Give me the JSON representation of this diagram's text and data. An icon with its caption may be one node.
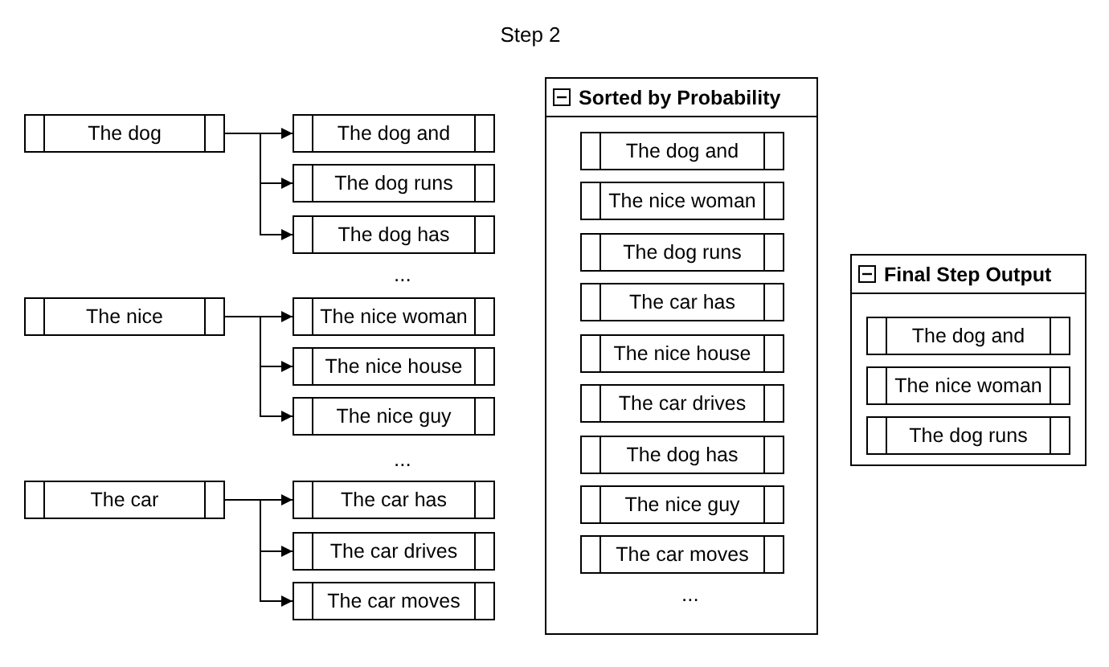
{
  "diagram": {
    "title": "Step 2",
    "nodes": [
      {
        "text": [
          "The dog"
        ]
      },
      {
        "text": [
          "The dog and"
        ]
      },
      {
        "text": [
          "The dog runs"
        ]
      },
      {
        "text": [
          "The dog has"
        ]
      },
      {
        "text": [
          "The nice"
        ]
      },
      {
        "text": [
          "The nice woman"
        ]
      },
      {
        "text": [
          "The nice house"
        ]
      },
      {
        "text": [
          "The nice guy"
        ]
      },
      {
        "text": [
          "The car"
        ]
      },
      {
        "text": [
          "The car has"
        ]
      },
      {
        "text": [
          "The car drives"
        ]
      },
      {
        "text": [
          "The car moves"
        ]
      },
      {
        "text": [
          "Sorted by Probability"
        ]
      },
      {
        "text": [
          "The dog and"
        ],
        "in": 12
      },
      {
        "text": [
          "The nice woman"
        ],
        "in": 12
      },
      {
        "text": [
          "The dog runs"
        ],
        "in": 12
      },
      {
        "text": [
          "The car has"
        ],
        "in": 12
      },
      {
        "text": [
          "The nice house"
        ],
        "in": 12
      },
      {
        "text": [
          "The car drives"
        ],
        "in": 12
      },
      {
        "text": [
          "The dog has"
        ],
        "in": 12
      },
      {
        "text": [
          "The nice guy"
        ],
        "in": 12
      },
      {
        "text": [
          "The car moves"
        ],
        "in": 12
      },
      {
        "text": [
          "Final Step Output"
        ]
      },
      {
        "text": [
          "The dog and"
        ],
        "in": 22
      },
      {
        "text": [
          "The nice woman"
        ],
        "in": 22
      },
      {
        "text": [
          "The dog runs"
        ],
        "in": 22
      }
    ],
    "edges": [
      {
        "from": 0,
        "to": 1,
        "arrow": "to"
      },
      {
        "from": 0,
        "to": 2,
        "arrow": "to"
      },
      {
        "from": 0,
        "to": 3,
        "arrow": "to"
      },
      {
        "from": 4,
        "to": 5,
        "arrow": "to"
      },
      {
        "from": 4,
        "to": 6,
        "arrow": "to"
      },
      {
        "from": 4,
        "to": 7,
        "arrow": "to"
      },
      {
        "from": 8,
        "to": 9,
        "arrow": "to"
      },
      {
        "from": 8,
        "to": 10,
        "arrow": "to"
      },
      {
        "from": 8,
        "to": 11,
        "arrow": "to"
      }
    ],
    "labels": [
      "...",
      "...",
      "..."
    ]
  }
}
